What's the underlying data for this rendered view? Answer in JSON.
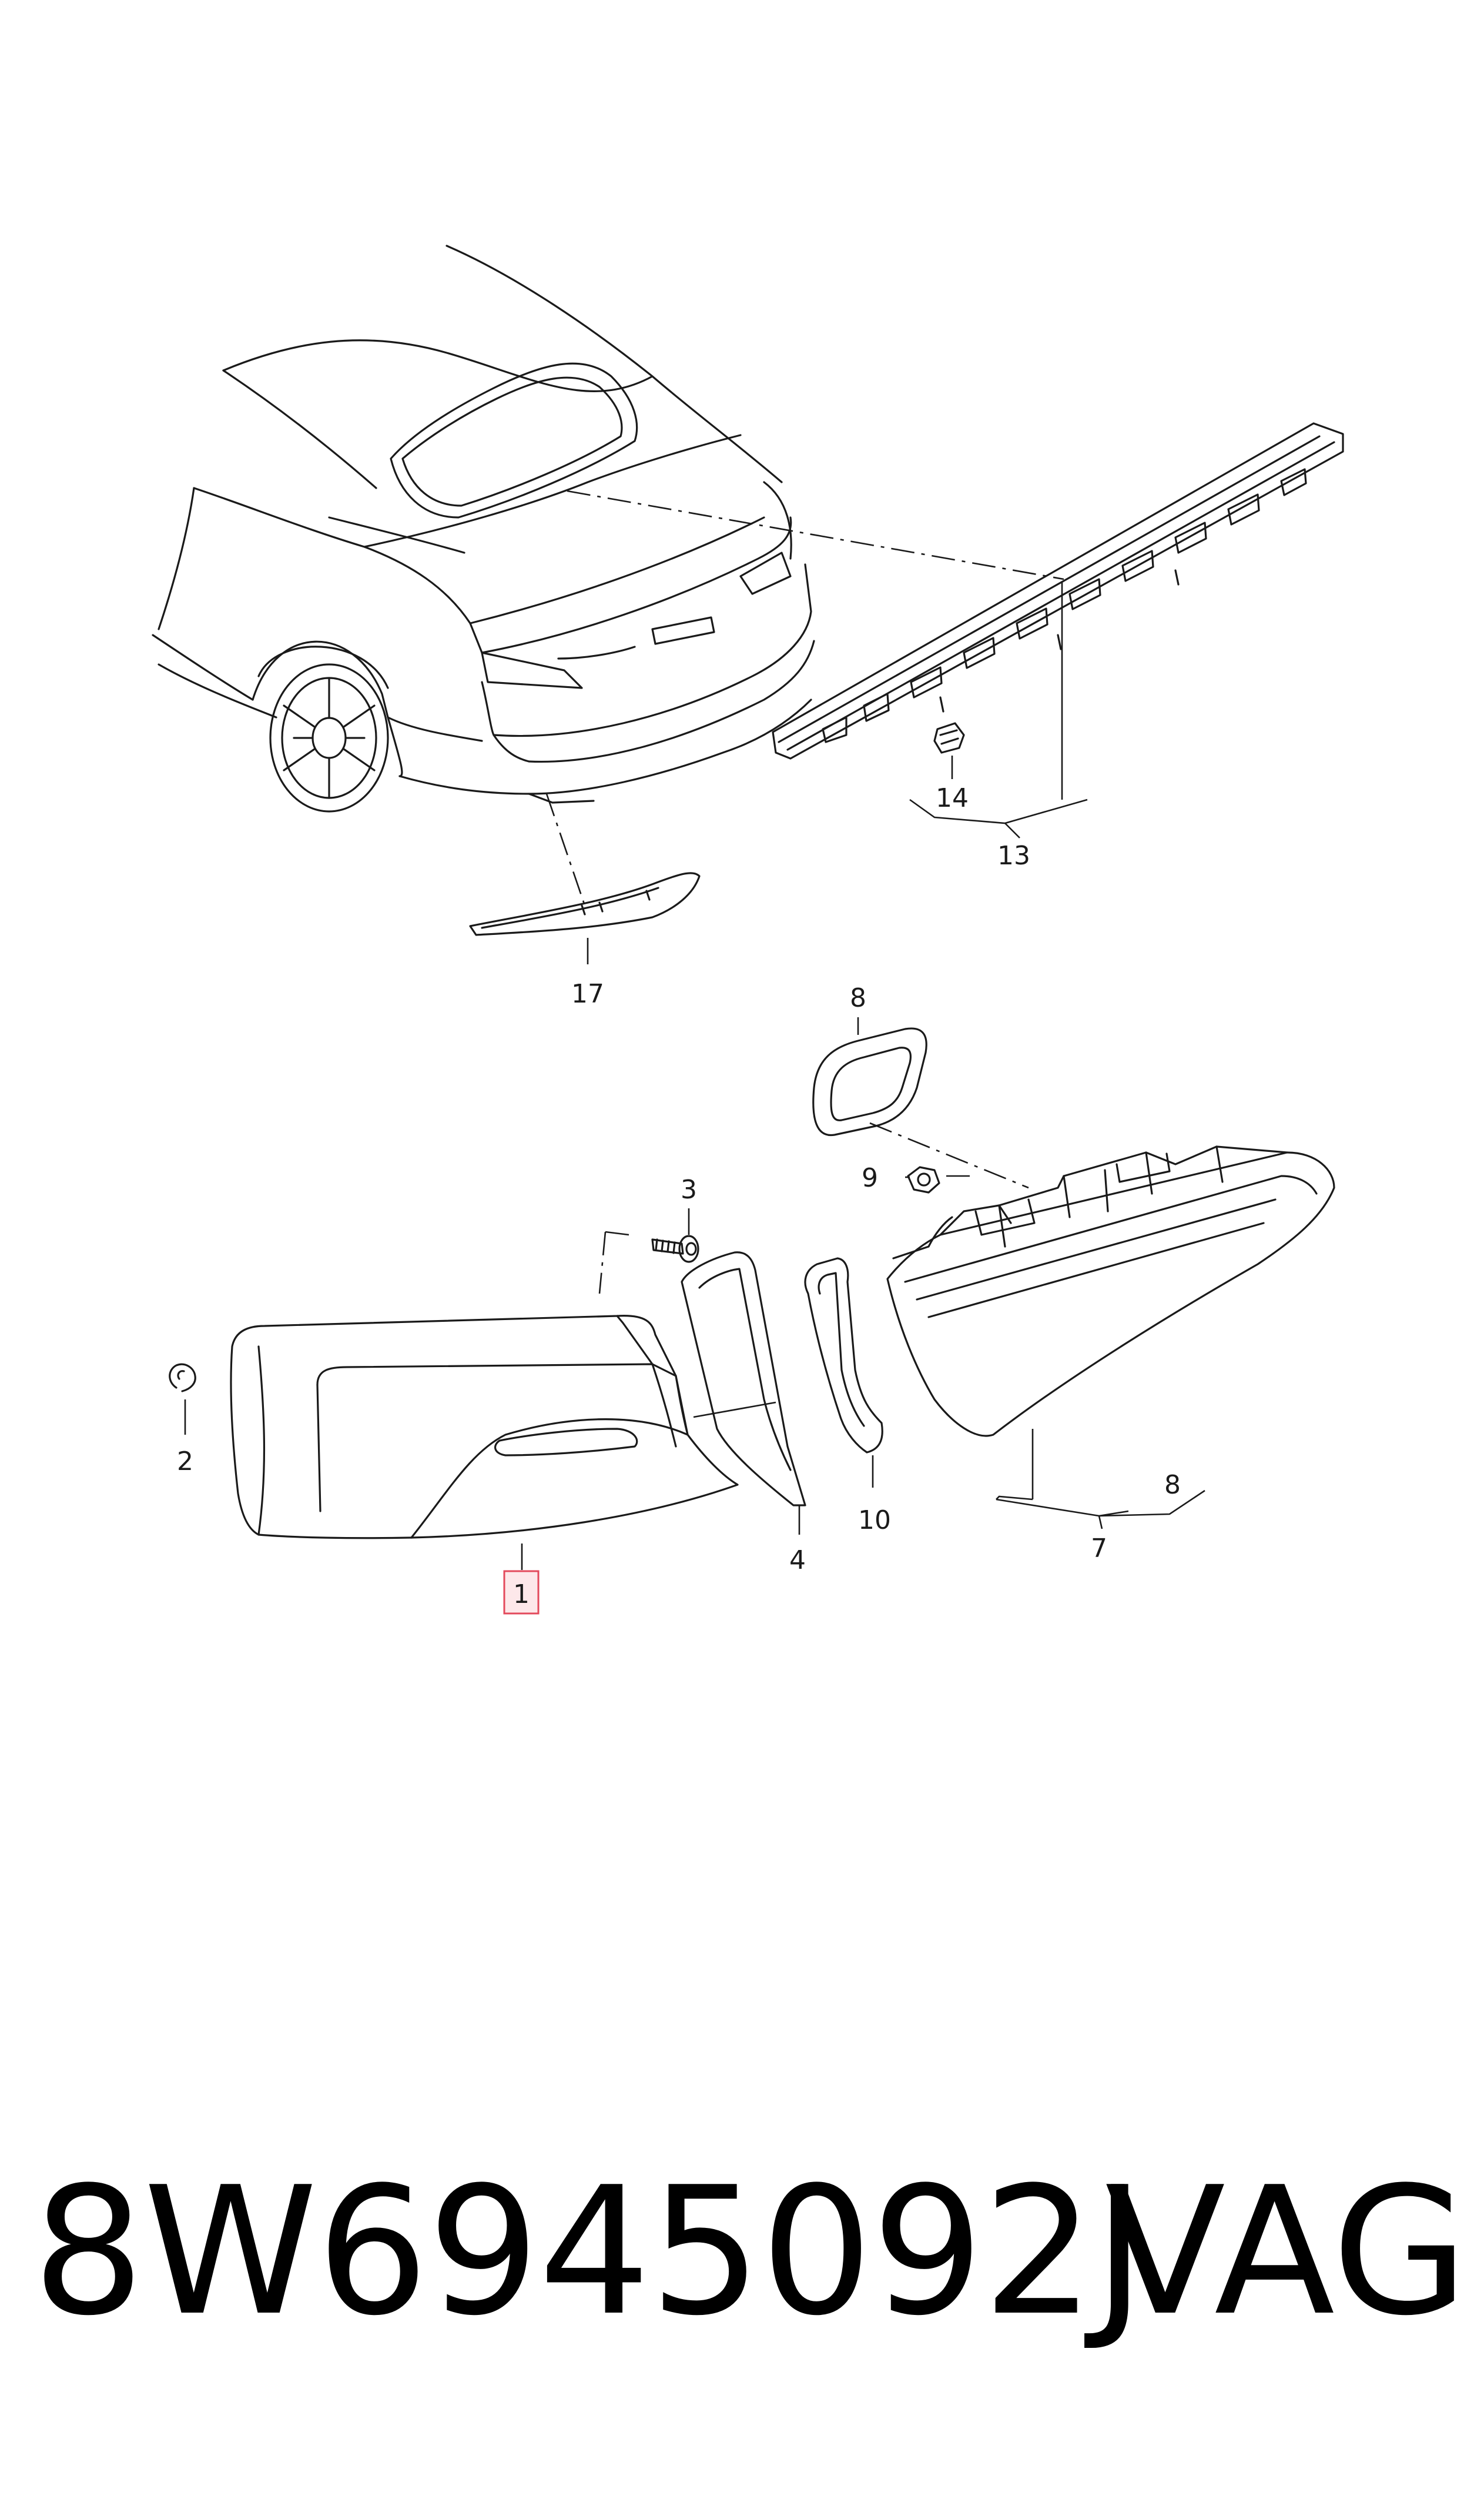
{
  "callouts": {
    "c1": "1",
    "c2": "2",
    "c3": "3",
    "c4": "4",
    "c7": "7",
    "c8a": "8",
    "c8b": "8",
    "c9": "9",
    "c10": "10",
    "c13": "13",
    "c14": "14",
    "c17": "17"
  },
  "highlighted_callout": "1",
  "footer": {
    "part_number": "8W6945092J",
    "brand": "VAG"
  },
  "colors": {
    "line": "#1a1a1a",
    "highlight_border": "#e34a5c",
    "highlight_fill": "#fde8ea"
  }
}
